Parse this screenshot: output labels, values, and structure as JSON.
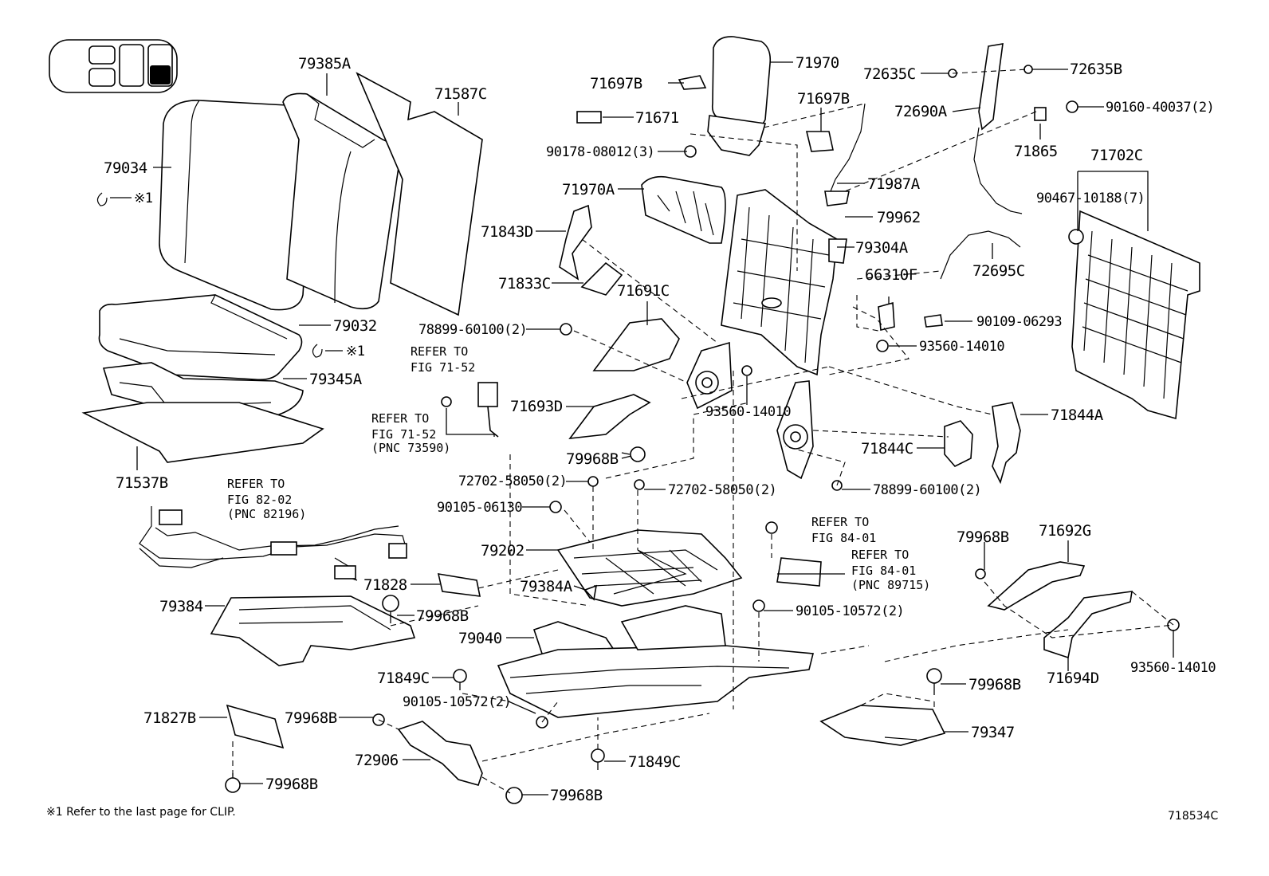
{
  "labels": {
    "p79385A": "79385A",
    "p71587C": "71587C",
    "p79034": "79034",
    "clip1": "※1",
    "p79032": "79032",
    "clip2": "※1",
    "p79345A": "79345A",
    "p71537B": "71537B",
    "p71970": "71970",
    "p71697B_1": "71697B",
    "p71671": "71671",
    "p71697B_2": "71697B",
    "p90178": "90178-08012(3)",
    "p72635C": "72635C",
    "p72635B": "72635B",
    "p72690A": "72690A",
    "p90160": "90160-40037(2)",
    "p71865": "71865",
    "p71702C": "71702C",
    "p90467": "90467-10188(7)",
    "p71970A": "71970A",
    "p71987A": "71987A",
    "p71843D": "71843D",
    "p79962": "79962",
    "p79304A": "79304A",
    "p71833C": "71833C",
    "p71691C": "71691C",
    "p66310F": "66310F",
    "p72695C": "72695C",
    "p78899_1": "78899-60100(2)",
    "p90109": "90109-06293",
    "p93560_1": "93560-14010",
    "p93560_2": "93560-14010",
    "p71693D": "71693D",
    "p71844A": "71844A",
    "p71844C": "71844C",
    "p79968B_1": "79968B",
    "p72702_1": "72702-58050(2)",
    "p72702_2": "72702-58050(2)",
    "p78899_2": "78899-60100(2)",
    "p90105_1": "90105-06130",
    "p79202": "79202",
    "p79968B_2": "79968B",
    "p71692G": "71692G",
    "p71828": "71828",
    "p79384A": "79384A",
    "p79384": "79384",
    "p79968B_3": "79968B",
    "p90105_2": "90105-10572(2)",
    "p79040": "79040",
    "p71849C_1": "71849C",
    "p90105_3": "90105-10572(2)",
    "p79968B_4": "79968B",
    "p71694D": "71694D",
    "p93560_3": "93560-14010",
    "p71827B": "71827B",
    "p79968B_5": "79968B",
    "p79347": "79347",
    "p72906": "72906",
    "p71849C_2": "71849C",
    "p79968B_6": "79968B",
    "p79968B_7": "79968B"
  },
  "refs": {
    "r1_l1": "REFER TO",
    "r1_l2": "FIG 71-52",
    "r2_l1": "REFER TO",
    "r2_l2": "FIG 71-52",
    "r2_l3": "(PNC 73590)",
    "r3_l1": "REFER TO",
    "r3_l2": "FIG 82-02",
    "r3_l3": "(PNC 82196)",
    "r4_l1": "REFER TO",
    "r4_l2": "FIG 84-01",
    "r5_l1": "REFER TO",
    "r5_l2": "FIG 84-01",
    "r5_l3": "(PNC 89715)"
  },
  "footnote": "※1 Refer to the last page for CLIP.",
  "figure_code": "718534C"
}
